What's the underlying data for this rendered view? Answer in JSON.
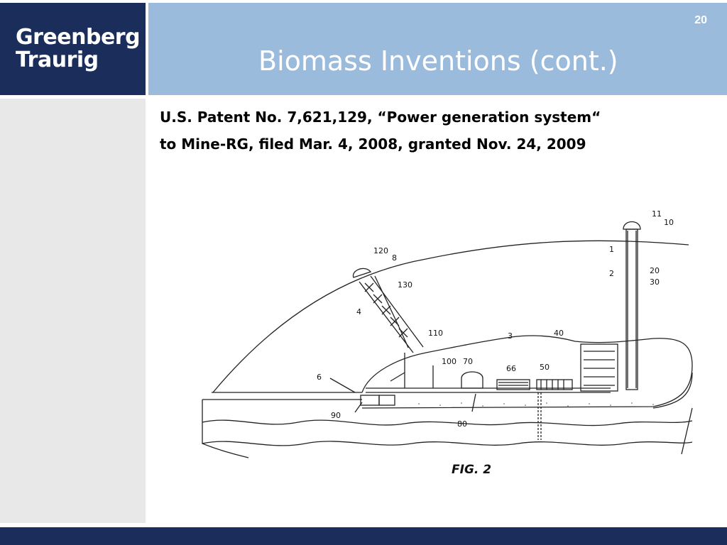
{
  "brand": {
    "line1": "Greenberg",
    "line2": "Traurig"
  },
  "header": {
    "page_number": "20",
    "title": "Biomass Inventions (cont.)"
  },
  "caption": {
    "line1": "U.S. Patent No. 7,621,129, “Power generation system“",
    "line2": "to Mine-RG, filed Mar. 4, 2008, granted Nov. 24, 2009"
  },
  "figure": {
    "label": "FIG. 2",
    "refs": {
      "r1": "1",
      "r2": "2",
      "r3": "3",
      "r4": "4",
      "r6": "6",
      "r8": "8",
      "r10": "10",
      "r11": "11",
      "r20": "20",
      "r30": "30",
      "r40": "40",
      "r50": "50",
      "r66": "66",
      "r70": "70",
      "r80": "80",
      "r90": "90",
      "r100": "100",
      "r110": "110",
      "r120": "120",
      "r130": "130"
    }
  },
  "colors": {
    "navy": "#1b2d5a",
    "header_blue": "#9bbbdc",
    "sidebar_gray": "#e8e8e8"
  }
}
